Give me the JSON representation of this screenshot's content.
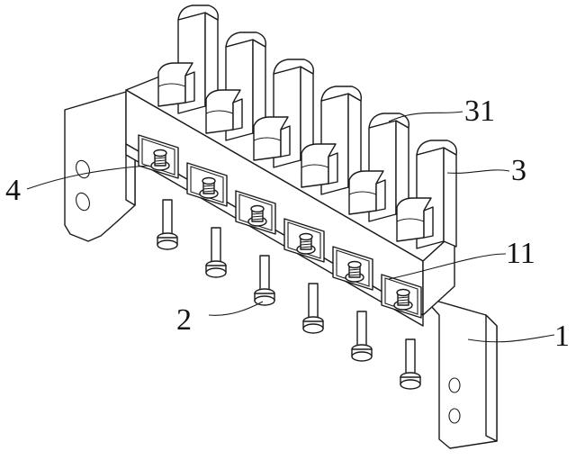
{
  "labels": {
    "n31": "31",
    "n3": "3",
    "n11": "11",
    "n1": "1",
    "n4": "4",
    "n2": "2"
  },
  "counts": {
    "posts": 6,
    "windows": 6,
    "screws": 6
  },
  "colors": {
    "stroke": "#1a1a1a",
    "fill": "#ffffff"
  }
}
